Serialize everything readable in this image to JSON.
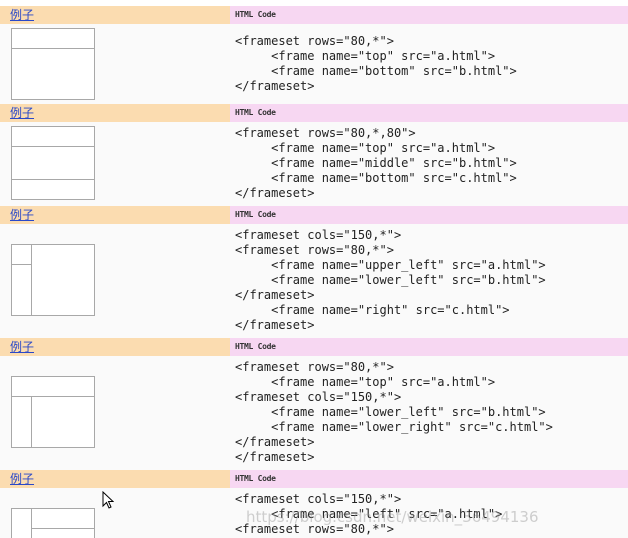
{
  "examples": [
    {
      "link": "例子",
      "code_title": "HTML Code",
      "lines": [
        "<frameset rows=\"80,*\">",
        "     <frame name=\"top\" src=\"a.html\">",
        "     <frame name=\"bottom\" src=\"b.html\">",
        "</frameset>"
      ]
    },
    {
      "link": "例子",
      "code_title": "HTML Code",
      "lines": [
        "<frameset rows=\"80,*,80\">",
        "     <frame name=\"top\" src=\"a.html\">",
        "     <frame name=\"middle\" src=\"b.html\">",
        "     <frame name=\"bottom\" src=\"c.html\">",
        "</frameset>"
      ]
    },
    {
      "link": "例子",
      "code_title": "HTML Code",
      "lines": [
        "<frameset cols=\"150,*\">",
        "<frameset rows=\"80,*\">",
        "     <frame name=\"upper_left\" src=\"a.html\">",
        "     <frame name=\"lower_left\" src=\"b.html\">",
        "</frameset>",
        "     <frame name=\"right\" src=\"c.html\">",
        "</frameset>"
      ]
    },
    {
      "link": "例子",
      "code_title": "HTML Code",
      "lines": [
        "<frameset rows=\"80,*\">",
        "     <frame name=\"top\" src=\"a.html\">",
        "<frameset cols=\"150,*\">",
        "     <frame name=\"lower_left\" src=\"b.html\">",
        "     <frame name=\"lower_right\" src=\"c.html\">",
        "</frameset>",
        "</frameset>"
      ]
    },
    {
      "link": "例子",
      "code_title": "HTML Code",
      "lines": [
        "<frameset cols=\"150,*\">",
        "     <frame name=\"left\" src=\"a.html\">",
        "<frameset rows=\"80,*\">"
      ]
    }
  ],
  "watermark": "https://blog.csdn.net/weixin_36494136",
  "colors": {
    "link": "#2a48c8",
    "left_header_bg": "#fbdcb0",
    "right_header_bg": "#f7d7f2",
    "diagram_border": "#a8a8a8"
  }
}
